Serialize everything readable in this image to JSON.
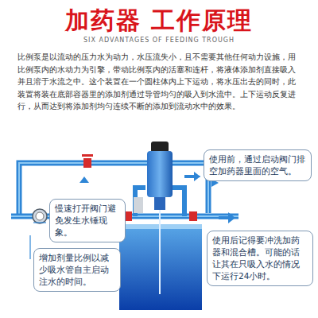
{
  "diagram": {
    "title": "加药器 工作原理",
    "nodes": [
      {
        "text": [
          "使用前，通过启动阀门排空加药器里面的空气。"
        ]
      },
      {
        "text": [
          "慢速打开阀门避免发生水锤现象。"
        ]
      },
      {
        "text": [
          "增加剂量比例以减少吸水管自主启动注水的时间。"
        ]
      },
      {
        "text": [
          "使用后记得要冲洗加药器和混合槽。可能的话让其在只吸入水的情况下运行24小时。"
        ]
      }
    ],
    "edges": [],
    "labels": [
      "SIX ADVANTAGES OF FEEDING TROUGH",
      "比例泵是以流动的压力水为动力，水压流失小，且不需要其他任何动力设施，用比例泵内的水动力为引擎，带动比例泵内的活塞和连杆，将液体添加剂直接吸入并且溶于水流之中。这个装置在一个圆柱体内上下运动，将水压出去的同时，此装置将装在底部容器里的添加剂通过导管均匀的吸入到水流中。上下运动反复进行，从而达到将添加剂均匀连续不断的添加到流动水中的效果。"
    ]
  }
}
